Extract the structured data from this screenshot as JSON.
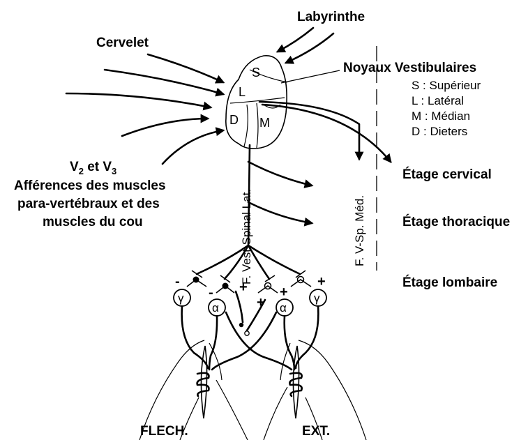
{
  "labels": {
    "labyrinthe": "Labyrinthe",
    "cervelet": "Cervelet",
    "noyaux": "Noyaux Vestibulaires",
    "v2": "V",
    "v2_sub": "2",
    "et_v": " et V",
    "v3_sub": "3",
    "aff_line1": "Afférences des muscles",
    "aff_line2": "para-vertébraux et des",
    "aff_line3": "muscles du cou",
    "etage_cervical": "Étage cervical",
    "etage_thoracique": "Étage thoracique",
    "etage_lombaire": "Étage lombaire",
    "flech": "FLECH.",
    "ext": "EXT.",
    "tract_lat": "F. Vest-Spinal Lat.",
    "tract_med": "F. V-Sp. Méd."
  },
  "nuclei": {
    "s": "S",
    "l": "L",
    "m": "M",
    "d": "D"
  },
  "legend": [
    "S : Supérieur",
    "L : Latéral",
    "M : Médian",
    "D : Dieters"
  ],
  "neurons": {
    "gamma_left": "γ",
    "alpha_left": "α",
    "alpha_right": "α",
    "gamma_right": "γ"
  },
  "signs": {
    "minus_1": "-",
    "minus_2": "-",
    "plus_1": "+",
    "plus_2": "+",
    "plus_3": "+",
    "plus_4": "+"
  }
}
